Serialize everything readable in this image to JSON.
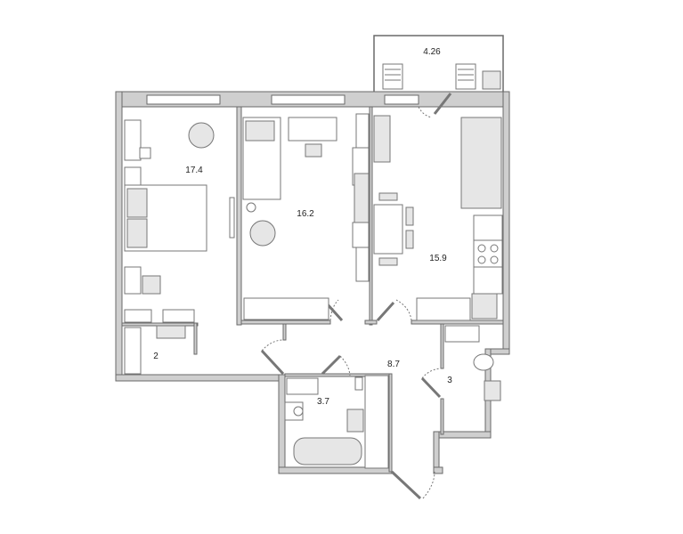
{
  "plan": {
    "rooms": [
      {
        "id": "balcony",
        "area": "4.26"
      },
      {
        "id": "bedroom",
        "area": "17.4"
      },
      {
        "id": "room",
        "area": "16.2"
      },
      {
        "id": "kitchen-living",
        "area": "15.9"
      },
      {
        "id": "wardrobe",
        "area": "2"
      },
      {
        "id": "hallway",
        "area": "8.7"
      },
      {
        "id": "bathroom",
        "area": "3.7"
      },
      {
        "id": "wc",
        "area": "3"
      }
    ]
  }
}
